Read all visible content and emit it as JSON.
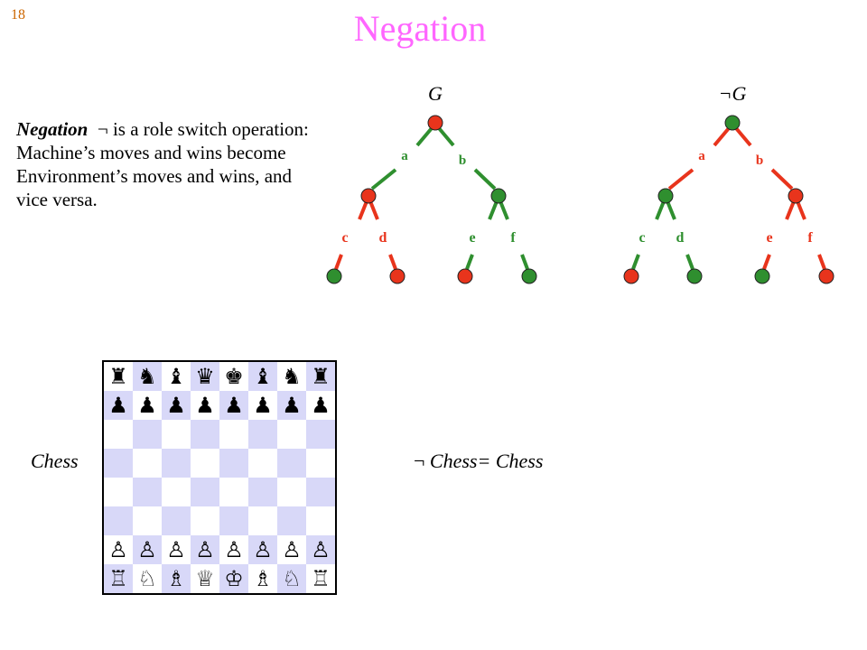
{
  "slide": {
    "number": "18",
    "title": "Negation"
  },
  "description": {
    "bold": "Negation",
    "symbol": "¬",
    "text": " is a role switch operation: Machine’s moves and wins become Environment’s moves and wins, and vice versa."
  },
  "trees": [
    {
      "title": "G",
      "edge_labels": [
        "a",
        "b"
      ],
      "leaf_labels": [
        "c",
        "d",
        "e",
        "f"
      ],
      "colors": {
        "root": "#e8341c",
        "edge_a": "#2f8f2f",
        "edge_b": "#2f8f2f",
        "node_left": "#e8341c",
        "node_right": "#2f8f2f",
        "edge_c": "#e8341c",
        "edge_d": "#e8341c",
        "edge_e": "#2f8f2f",
        "edge_f": "#2f8f2f",
        "leaves": [
          "#2f8f2f",
          "#e8341c",
          "#e8341c",
          "#2f8f2f"
        ]
      }
    },
    {
      "title": "¬G",
      "edge_labels": [
        "a",
        "b"
      ],
      "leaf_labels": [
        "c",
        "d",
        "e",
        "f"
      ],
      "colors": {
        "root": "#2f8f2f",
        "edge_a": "#e8341c",
        "edge_b": "#e8341c",
        "node_left": "#2f8f2f",
        "node_right": "#e8341c",
        "edge_c": "#2f8f2f",
        "edge_d": "#2f8f2f",
        "edge_e": "#e8341c",
        "edge_f": "#e8341c",
        "leaves": [
          "#e8341c",
          "#2f8f2f",
          "#2f8f2f",
          "#e8341c"
        ]
      }
    }
  ],
  "chess": {
    "label": "Chess",
    "equation_neg": "¬",
    "equation_text": " Chess= Chess",
    "light_color": "#ffffff",
    "dark_color": "#d8d8f8",
    "rows": [
      [
        "♜",
        "♞",
        "♝",
        "♛",
        "♚",
        "♝",
        "♞",
        "♜"
      ],
      [
        "♟",
        "♟",
        "♟",
        "♟",
        "♟",
        "♟",
        "♟",
        "♟"
      ],
      [
        "",
        "",
        "",
        "",
        "",
        "",
        "",
        ""
      ],
      [
        "",
        "",
        "",
        "",
        "",
        "",
        "",
        ""
      ],
      [
        "",
        "",
        "",
        "",
        "",
        "",
        "",
        ""
      ],
      [
        "",
        "",
        "",
        "",
        "",
        "",
        "",
        ""
      ],
      [
        "♙",
        "♙",
        "♙",
        "♙",
        "♙",
        "♙",
        "♙",
        "♙"
      ],
      [
        "♖",
        "♘",
        "♗",
        "♕",
        "♔",
        "♗",
        "♘",
        "♖"
      ]
    ]
  }
}
